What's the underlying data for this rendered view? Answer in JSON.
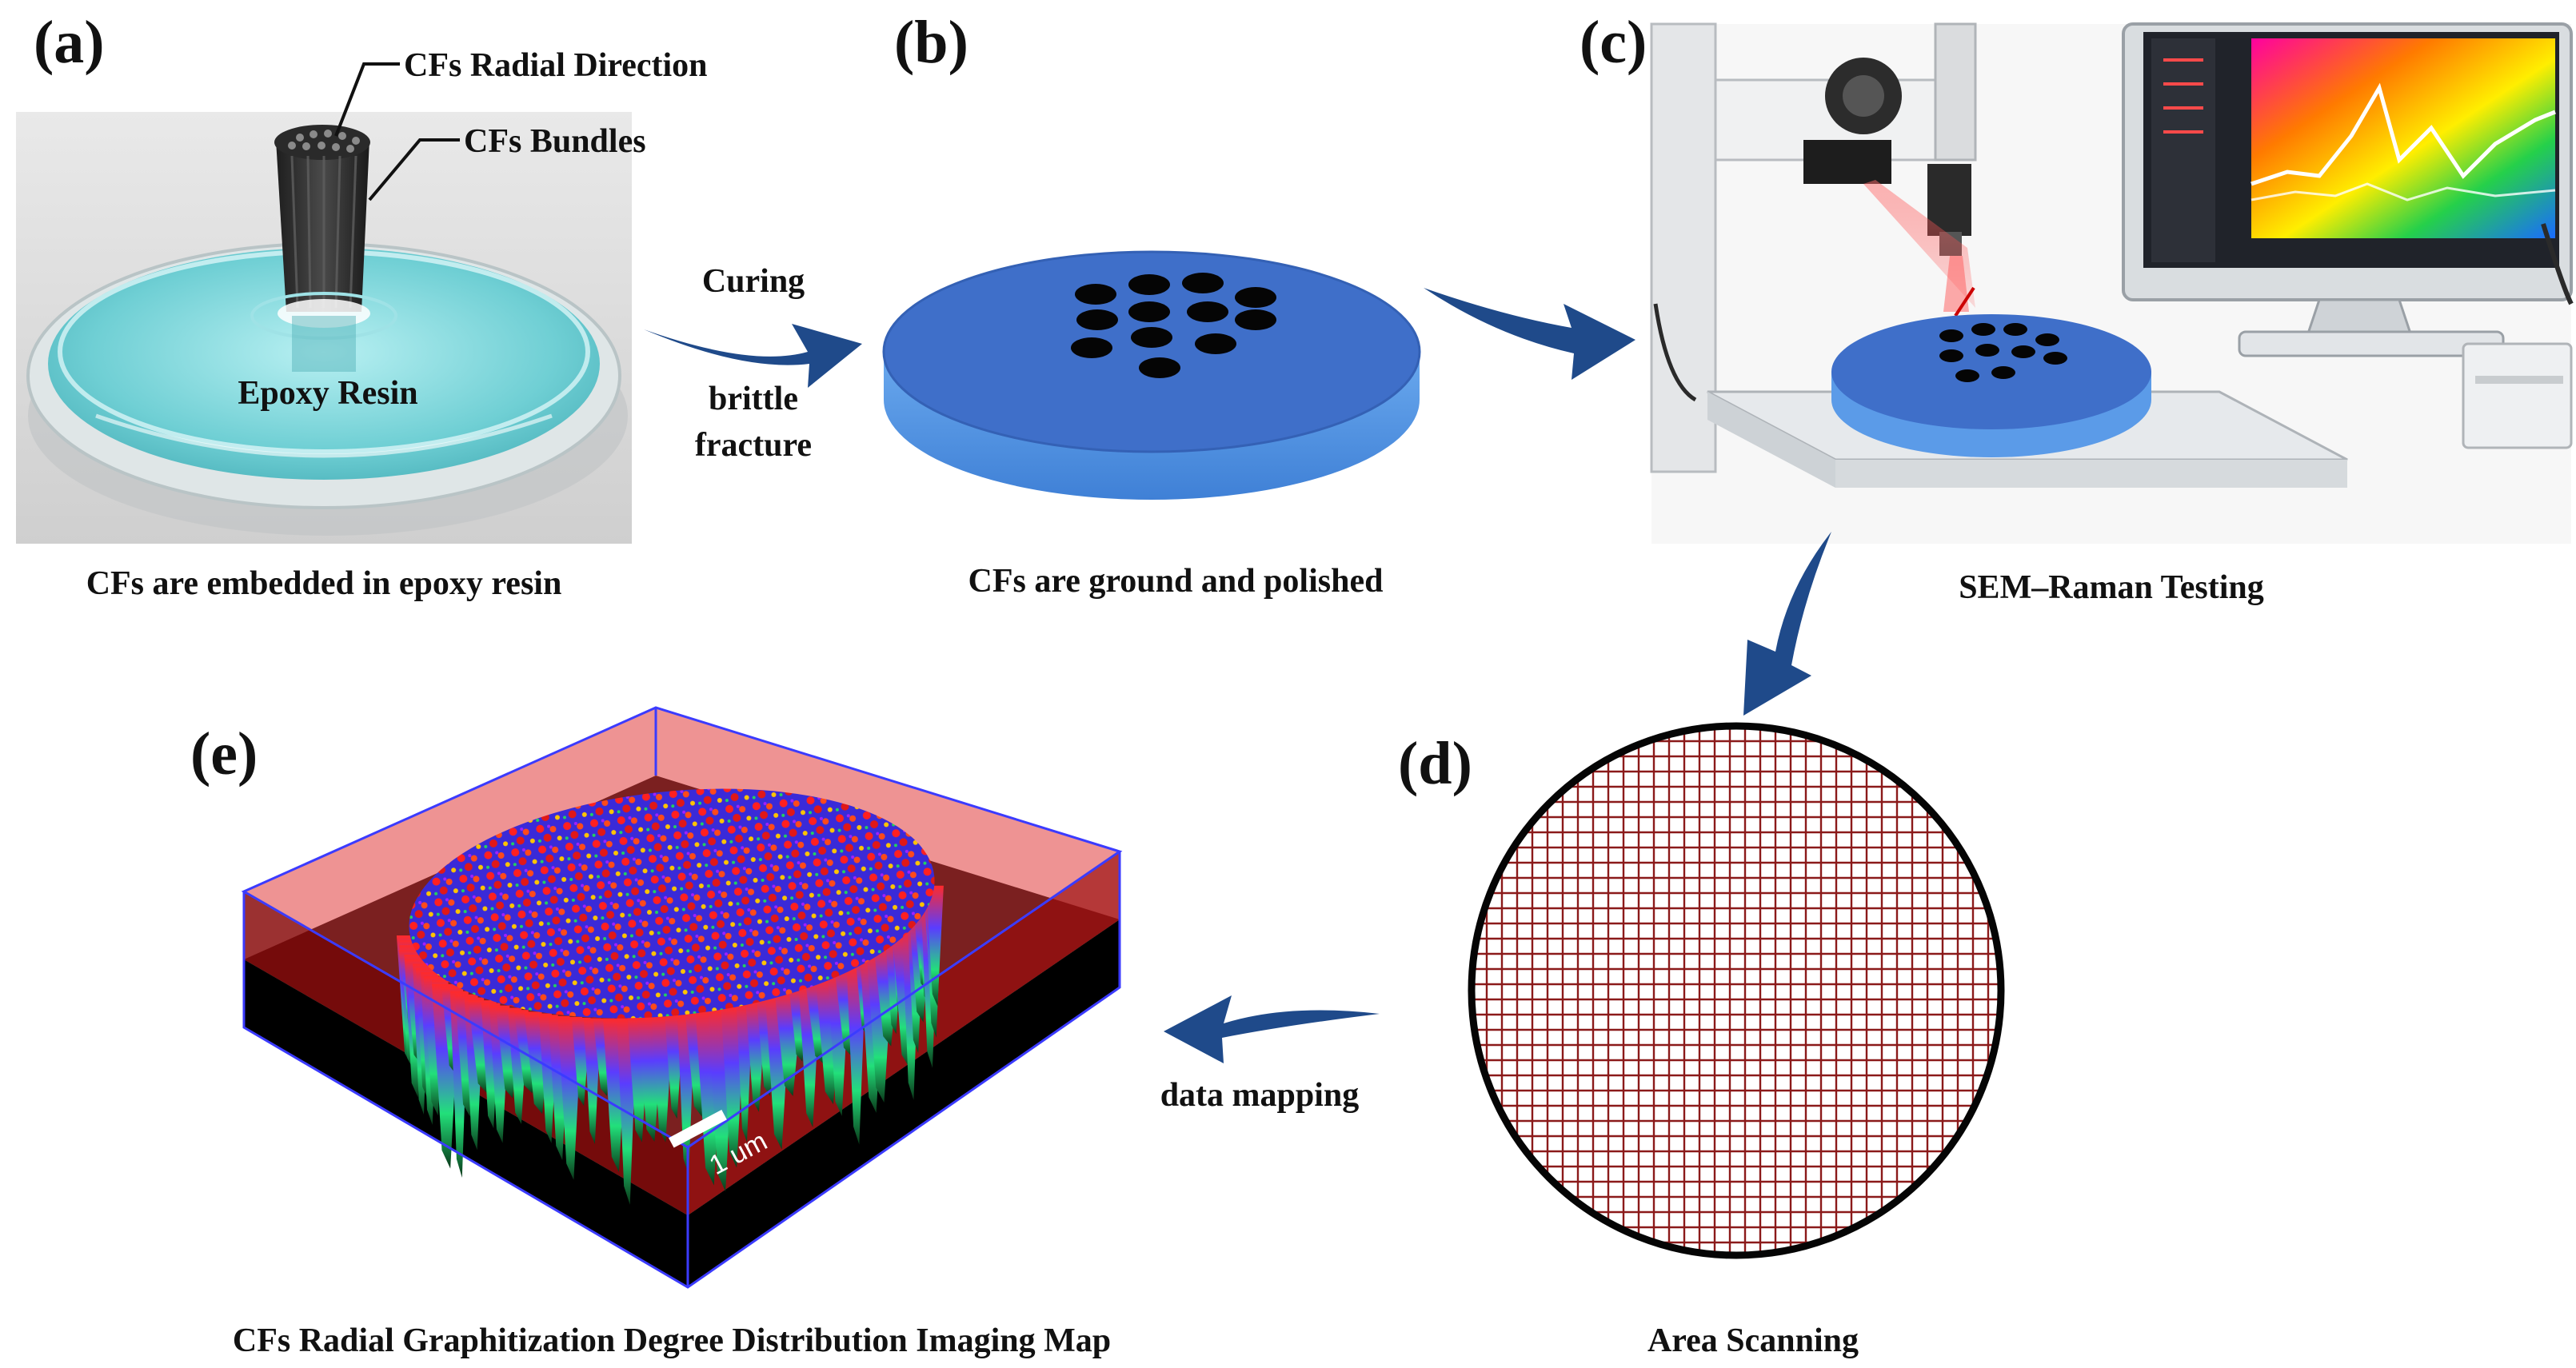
{
  "panels": {
    "a": {
      "letter": "(a)",
      "callout_radial": "CFs Radial Direction",
      "callout_bundles": "CFs Bundles",
      "resin_label": "Epoxy Resin",
      "caption": "CFs are embedded in epoxy resin"
    },
    "b": {
      "letter": "(b)",
      "caption": "CFs are ground and polished"
    },
    "c": {
      "letter": "(c)",
      "caption": "SEM–Raman Testing"
    },
    "d": {
      "letter": "(d)",
      "caption": "Area Scanning"
    },
    "e": {
      "letter": "(e)",
      "scale_bar": "1 um",
      "caption": "CFs Radial Graphitization Degree Distribution Imaging Map"
    }
  },
  "arrows": {
    "a_to_b": {
      "label_top": "Curing",
      "label_bottom_1": "brittle",
      "label_bottom_2": "fracture"
    },
    "d_to_e": {
      "label": "data mapping"
    }
  },
  "colors": {
    "resin": "#7fd6da",
    "disc_top": "#3f6fc9",
    "disc_side": "#5b9be8",
    "arrow": "#1f4a8a",
    "grid": "#8b1a1a",
    "map_box": "#3b3bff",
    "map_red_plane": "#e03a3a"
  }
}
